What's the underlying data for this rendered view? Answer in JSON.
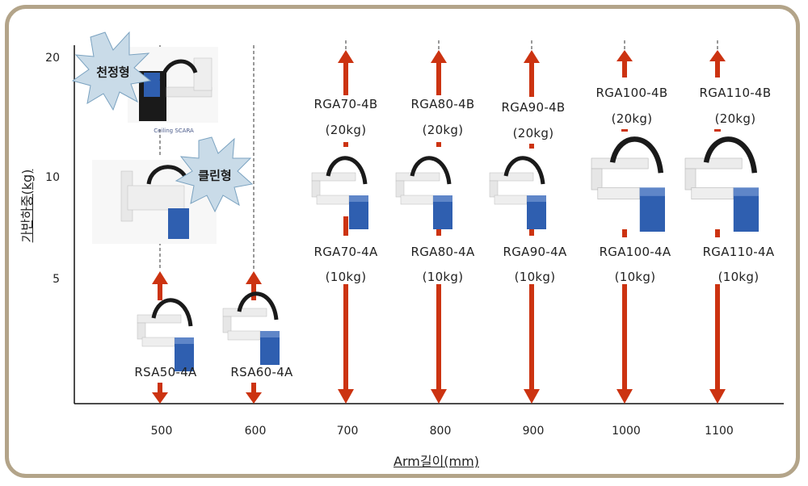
{
  "axes": {
    "x_title": "Arm길이(mm)",
    "y_title": "가반하중(kg)",
    "x_ticks": [
      "500",
      "600",
      "700",
      "800",
      "900",
      "1000",
      "1100"
    ],
    "y_ticks": [
      "20",
      "10",
      "5"
    ]
  },
  "callouts": {
    "ceiling": "천정형",
    "clean": "클린형",
    "ceiling_caption": "Ceiling SCARA"
  },
  "models": {
    "rsa50": "RSA50-4A",
    "rsa60": "RSA60-4A",
    "rga70a": "RGA70-4A",
    "rga70a_kg": "(10kg)",
    "rga70b": "RGA70-4B",
    "rga70b_kg": "(20kg)",
    "rga80a": "RGA80-4A",
    "rga80a_kg": "(10kg)",
    "rga80b": "RGA80-4B",
    "rga80b_kg": "(20kg)",
    "rga90a": "RGA90-4A",
    "rga90a_kg": "(10kg)",
    "rga90b": "RGA90-4B",
    "rga90b_kg": "(20kg)",
    "rga100a": "RGA100-4A",
    "rga100a_kg": "(10kg)",
    "rga100b": "RGA100-4B",
    "rga100b_kg": "(20kg)",
    "rga110a": "RGA110-4A",
    "rga110a_kg": "(10kg)",
    "rga110b": "RGA110-4B",
    "rga110b_kg": "(20kg)"
  },
  "colors": {
    "arrow": "#cc3311",
    "frame": "#b3a489",
    "robot_blue": "#2f5fb0"
  }
}
